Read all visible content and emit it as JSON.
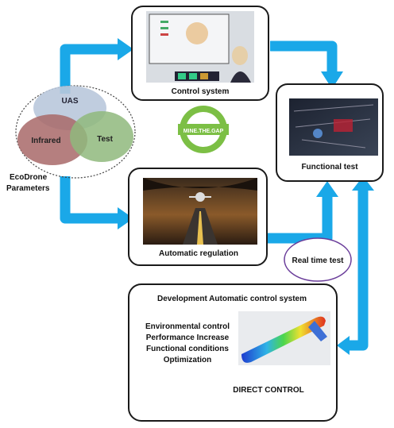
{
  "nodes": {
    "control": {
      "label": "Control system"
    },
    "functional": {
      "label": "Functional test"
    },
    "regulation": {
      "label": "Automatic regulation"
    },
    "realtime": {
      "label": "Real time test"
    },
    "development": {
      "title": "Development Automatic control system",
      "items": [
        "Environmental control",
        "Performance Increase",
        "Functional conditions",
        "Optimization"
      ],
      "footer": "DIRECT CONTROL"
    }
  },
  "venn": {
    "top": "UAS",
    "left": "Infrared",
    "right": "Test",
    "caption_line1": "EcoDrone",
    "caption_line2": "Parameters"
  },
  "logo": {
    "text": "MINE.THE.GAP"
  },
  "colors": {
    "arrow": "#1aa8e8",
    "uas": "#b9c8dc",
    "infrared": "#a86868",
    "test": "#8fb87c",
    "realtime_border": "#6a3d9a",
    "logo": "#7cbf45"
  }
}
